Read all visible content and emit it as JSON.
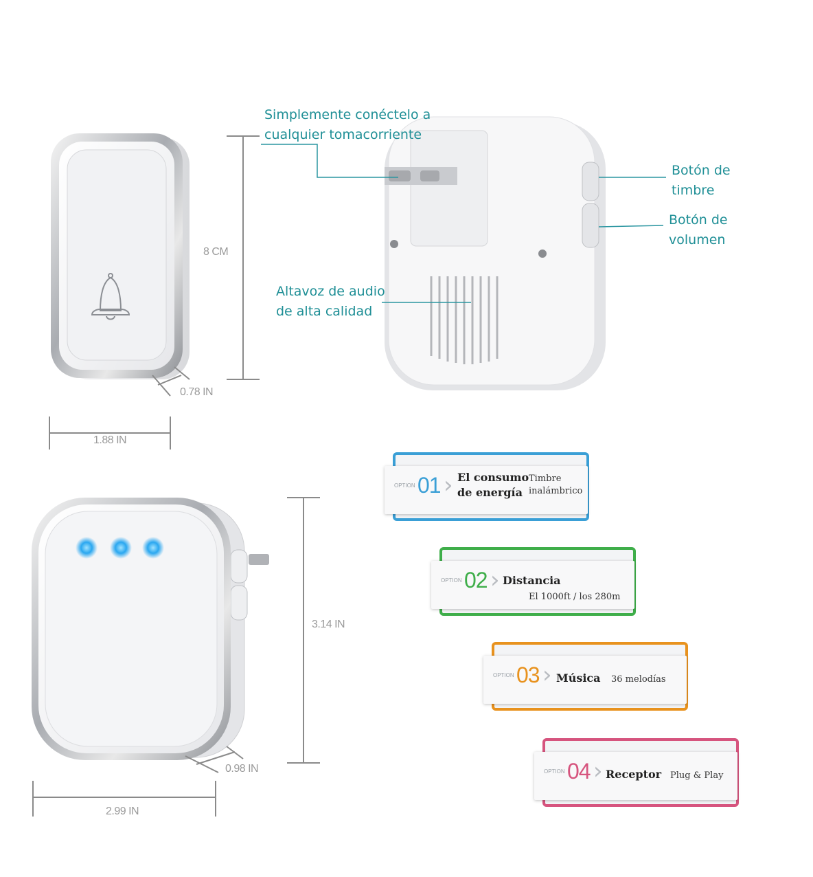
{
  "callouts": {
    "plug_line1": "Simplemente conéctelo a",
    "plug_line2": "cualquier tomacorriente",
    "bell_button_line1": "Botón de",
    "bell_button_line2": "timbre",
    "volume_button_line1": "Botón de",
    "volume_button_line2": "volumen",
    "speaker_line1": "Altavoz de audio",
    "speaker_line2": "de alta calidad"
  },
  "dimensions": {
    "transmitter_height": "8 CM",
    "transmitter_depth": "0.78 IN",
    "transmitter_width": "1.88 IN",
    "receiver_height": "3.14 IN",
    "receiver_depth": "0.98 IN",
    "receiver_width": "2.99 IN"
  },
  "options": [
    {
      "tag": "OPTION",
      "number": "01",
      "title_line1": "El consumo",
      "title_line2": "de energía",
      "desc_line1": "Timbre",
      "desc_line2": "inalámbrico",
      "color": "#3a9fd6"
    },
    {
      "tag": "OPTION",
      "number": "02",
      "title_line1": "Distancia",
      "title_line2": "",
      "desc_line1": "",
      "desc_line2": "El 1000ft / los 280m",
      "color": "#3fae4a"
    },
    {
      "tag": "OPTION",
      "number": "03",
      "title_line1": "Música",
      "title_line2": "",
      "desc_line1": "36 melodías",
      "desc_line2": "",
      "color": "#e8921e"
    },
    {
      "tag": "OPTION",
      "number": "04",
      "title_line1": "Receptor",
      "title_line2": "",
      "desc_line1": "Plug & Play",
      "desc_line2": "",
      "color": "#d6547e"
    }
  ],
  "colors": {
    "callout_text": "#1f8f96",
    "dimension_line": "#8a8a8a",
    "led_blue": "#2aa7f0"
  }
}
